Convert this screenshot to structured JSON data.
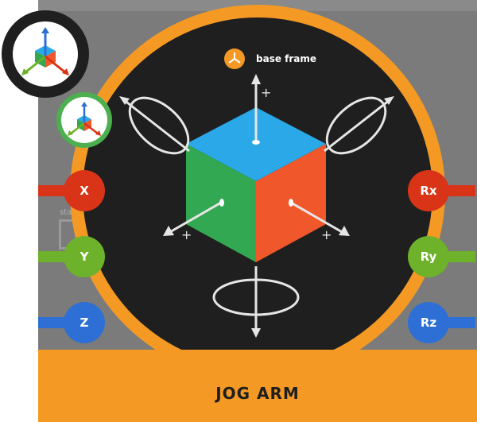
{
  "title": "JOG ARM",
  "frame_label": "base frame",
  "faint_text": "sta",
  "colors": {
    "accent_orange": "#f49a24",
    "dark": "#1f1f1f",
    "x": "#d93418",
    "y": "#6db22a",
    "z": "#2d6fd4",
    "cube_top": "#2aa8e8",
    "cube_left": "#33a852",
    "cube_right": "#f0572a"
  },
  "linear_axes": [
    {
      "label": "X",
      "color": "#d93418"
    },
    {
      "label": "Y",
      "color": "#6db22a"
    },
    {
      "label": "Z",
      "color": "#2d6fd4"
    }
  ],
  "rotation_axes": [
    {
      "label": "Rx",
      "color": "#d93418"
    },
    {
      "label": "Ry",
      "color": "#6db22a"
    },
    {
      "label": "Rz",
      "color": "#2d6fd4"
    }
  ],
  "direction_marks": [
    "+",
    "+",
    "+"
  ],
  "icons": {
    "world_frame": "world-frame-icon",
    "tool_frame": "tool-frame-icon",
    "base_frame": "base-frame-icon"
  }
}
